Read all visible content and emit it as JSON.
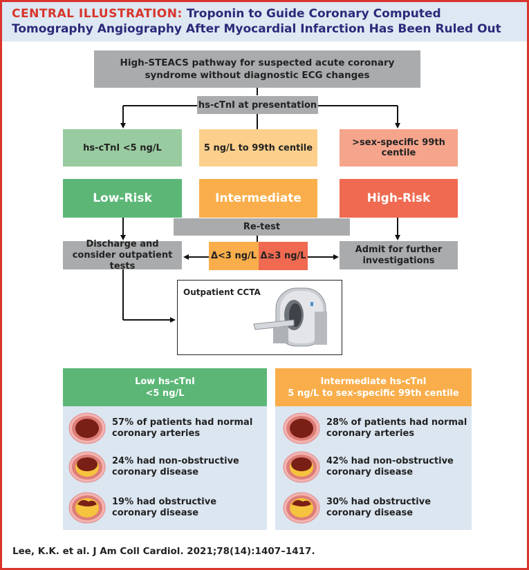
{
  "header": {
    "tag": "CENTRAL ILLUSTRATION:",
    "title": "Troponin to Guide Coronary Computed Tomography Angiography After Myocardial Infarction Has Been Ruled Out"
  },
  "flow": {
    "pathway": "High-STEACS pathway for suspected acute coronary syndrome without diagnostic ECG changes",
    "presentation": "hs-cTnI at presentation",
    "threshold_low": "hs-cTnI <5 ng/L",
    "threshold_mid": "5 ng/L to 99th centile",
    "threshold_high": ">sex-specific 99th centile",
    "risk_low": "Low-Risk",
    "risk_mid": "Intermediate",
    "risk_high": "High-Risk",
    "retest": "Re-test",
    "delta_low": "Δ<3 ng/L",
    "delta_high": "Δ≥3 ng/L",
    "discharge": "Discharge and consider outpatient tests",
    "admit": "Admit for further investigations",
    "ccta": "Outpatient CCTA"
  },
  "panels": {
    "low": {
      "title_line1": "Low hs-cTnI",
      "title_line2": "<5 ng/L",
      "stats": [
        {
          "line1": "57% of patients had normal",
          "line2": "coronary arteries"
        },
        {
          "line1": "24% had non-obstructive",
          "line2": "coronary disease"
        },
        {
          "line1": "19% had obstructive",
          "line2": "coronary disease"
        }
      ]
    },
    "intermediate": {
      "title_line1": "Intermediate hs-cTnI",
      "title_line2": "5 ng/L to sex-specific 99th centile",
      "stats": [
        {
          "line1": "28% of patients had normal",
          "line2": "coronary arteries"
        },
        {
          "line1": "42%  had non-obstructive",
          "line2": "coronary disease"
        },
        {
          "line1": "30% had obstructive",
          "line2": "coronary disease"
        }
      ]
    }
  },
  "citation": "Lee, K.K. et al. J Am Coll Cardiol. 2021;78(14):1407–1417.",
  "colors": {
    "accent_red": "#d9342b",
    "title_navy": "#2a2a7a",
    "low_green": "#5cb777",
    "intermediate_orange": "#f9ae4b",
    "high_red": "#ef6a50"
  }
}
